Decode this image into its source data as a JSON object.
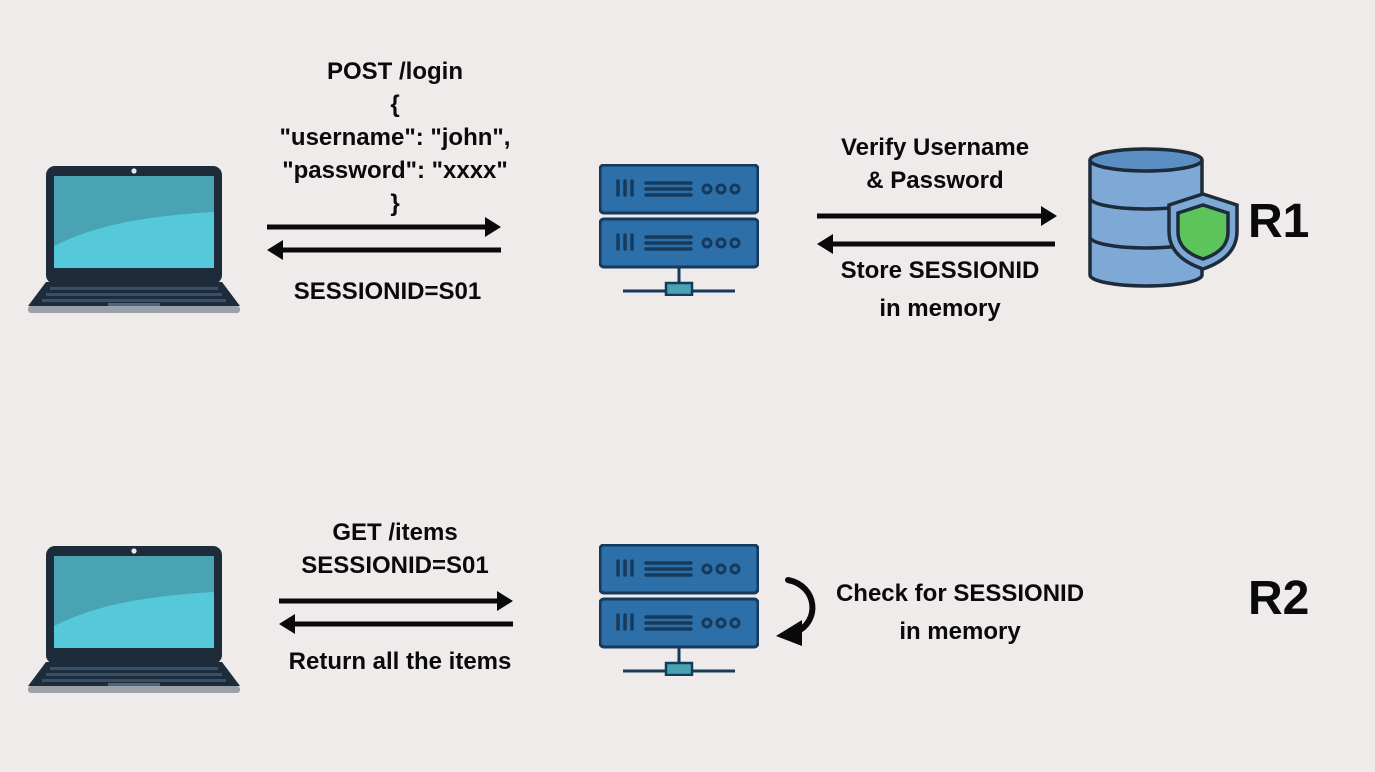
{
  "row1": {
    "request": {
      "lines": [
        "POST /login",
        "{",
        "\"username\": \"john\",",
        "\"password\": \"xxxx\"",
        "}"
      ]
    },
    "response": {
      "text": "SESSIONID=S01"
    },
    "verify": {
      "lines": [
        "Verify Username",
        "& Password"
      ]
    },
    "store": {
      "lines": [
        "Store SESSIONID",
        "in memory"
      ]
    },
    "label": "R1"
  },
  "row2": {
    "request": {
      "lines": [
        "GET /items",
        "SESSIONID=S01"
      ]
    },
    "response": {
      "text": "Return all the items"
    },
    "check": {
      "lines": [
        "Check for SESSIONID",
        "in memory"
      ]
    },
    "label": "R2"
  },
  "colors": {
    "background": "#eeebea",
    "laptop_body": "#1d2b3a",
    "laptop_screen": "#4aa3b3",
    "screen_highlight": "#55c9d9",
    "server_blue": "#2d6fa8",
    "server_dark": "#163a5c",
    "database_blue": "#7ea9d6",
    "shield_green": "#5cc45a",
    "arrow": "#0a0a0a"
  },
  "icons": [
    "laptop-icon",
    "server-icon",
    "database-shield-icon",
    "arrow-right-icon",
    "arrow-left-icon",
    "curved-arrow-icon"
  ]
}
